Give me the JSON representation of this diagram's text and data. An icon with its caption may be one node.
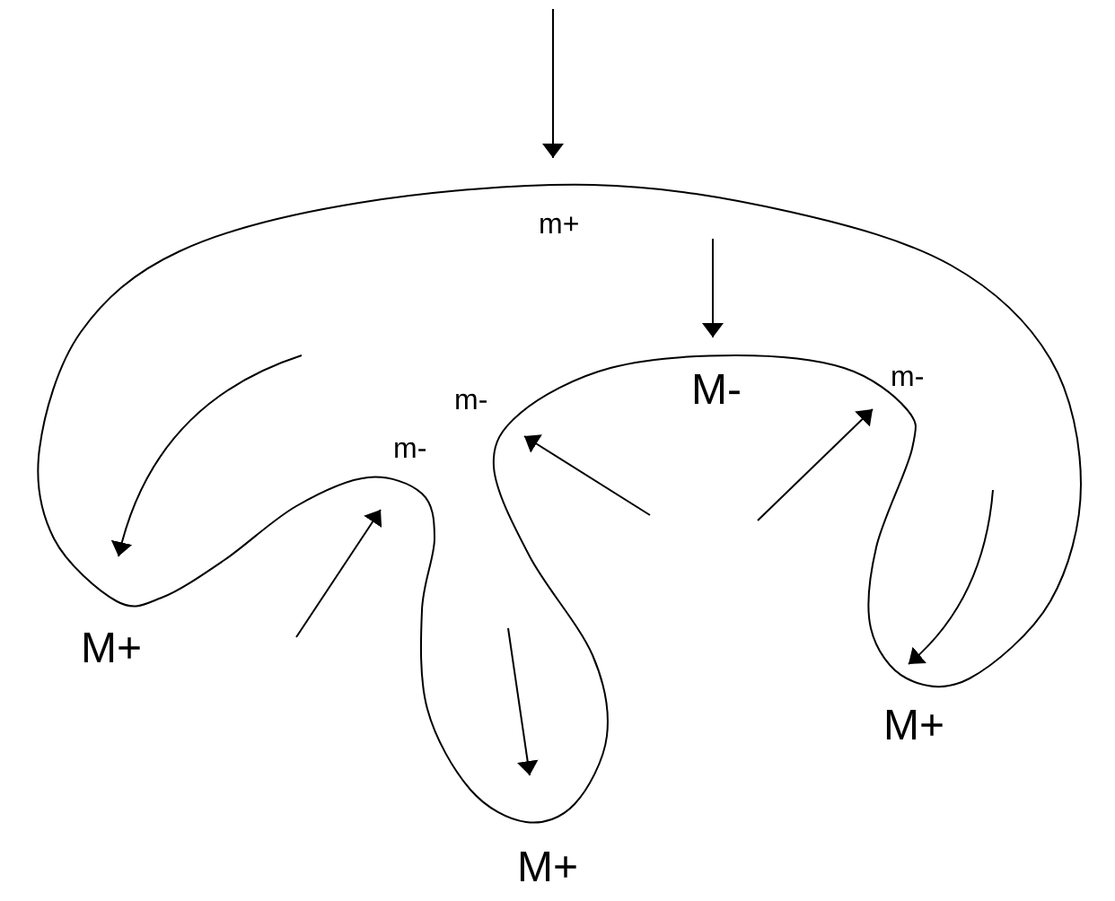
{
  "diagram": {
    "labels": [
      "m+",
      "m-",
      "M-",
      "m-",
      "m-",
      "M+",
      "M+",
      "M+"
    ]
  }
}
